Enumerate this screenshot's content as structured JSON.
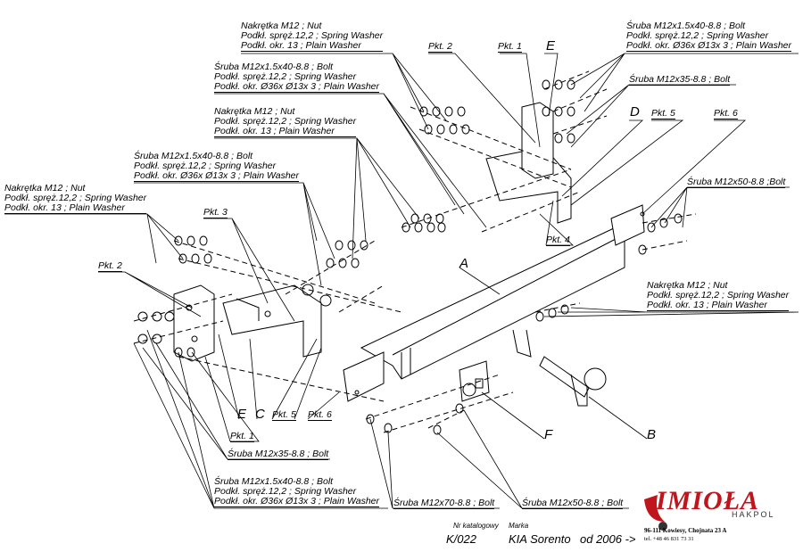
{
  "callouts": {
    "nut_top": [
      "Nakrętka  M12 ; Nut",
      "Podkł. spręż.12,2 ; Spring Washer",
      "Podkł. okr. 13 ; Plain Washer"
    ],
    "bolt_top_right": [
      "Śruba M12x1.5x40-8.8 ;  Bolt",
      "Podkł. spręż.12,2 ; Spring Washer",
      "Podkł. okr.  Ø36x Ø13x 3 ; Plain Washer"
    ],
    "bolt35_top": "Śruba M12x35-8.8 ;  Bolt",
    "bolt_mid_left": [
      "Śruba M12x1.5x40-8.8 ;  Bolt",
      "Podkł. spręż.12,2 ; Spring Washer",
      "Podkł. okr.  Ø36x Ø13x 3 ; Plain Washer"
    ],
    "nut_mid": [
      "Nakrętka  M12 ; Nut",
      "Podkł. spręż.12,2 ; Spring Washer",
      "Podkł. okr. 13 ; Plain Washer"
    ],
    "bolt_left": [
      "Śruba M12x1.5x40-8.8 ;  Bolt",
      "Podkł. spręż.12,2 ; Spring Washer",
      "Podkł. okr.  Ø36x Ø13x 3 ; Plain Washer"
    ],
    "nut_left": [
      "Nakrętka  M12 ; Nut",
      "Podkł. spręż.12,2 ; Spring Washer",
      "Podkł. okr. 13 ; Plain Washer"
    ],
    "bolt50_right": "Śruba M12x50-8.8 ;Bolt",
    "nut_right": [
      "Nakrętka  M12 ; Nut",
      "Podkł. spręż.12,2 ; Spring Washer",
      "Podkł. okr. 13 ; Plain Washer"
    ],
    "bolt35_bottom": "Śruba M12x35-8.8 ;  Bolt",
    "bolt_bottom": [
      "Śruba M12x1.5x40-8.8 ;  Bolt",
      "Podkł. spręż.12,2 ; Spring Washer",
      "Podkł. okr.  Ø36x Ø13x 3 ; Plain Washer"
    ],
    "bolt70": "Śruba M12x70-8.8 ;  Bolt",
    "bolt50_bottom": "Śruba M12x50-8.8 ;  Bolt"
  },
  "points": {
    "pkt2_top": "Pkt. 2",
    "pkt1_top": "Pkt. 1",
    "pkt5_top": "Pkt. 5",
    "pkt6_top": "Pkt. 6",
    "pkt4": "Pkt. 4",
    "pkt3": "Pkt. 3",
    "pkt2_left": "Pkt. 2",
    "pkt5_bottom": "Pkt. 5",
    "pkt6_bottom": "Pkt. 6",
    "pkt1_bottom": "Pkt. 1"
  },
  "letters": {
    "E_top": "E",
    "D": "D",
    "A": "A",
    "E_bottom": "E",
    "C": "C",
    "F": "F",
    "B": "B"
  },
  "footer": {
    "catalog_label": "Nr katalogowy",
    "catalog_number": "K/022",
    "brand_label": "Marka",
    "model": "KIA Sorento",
    "year": "od  2006 ->",
    "logo_text": "IMIOŁA",
    "logo_sub": "HAKPOL",
    "address": "96-111 Kowiesy, Chojnata 23 A",
    "phone": "tel. +48 46 831 73 31"
  },
  "colors": {
    "line": "#000000",
    "logo_red": "#c0151c"
  }
}
